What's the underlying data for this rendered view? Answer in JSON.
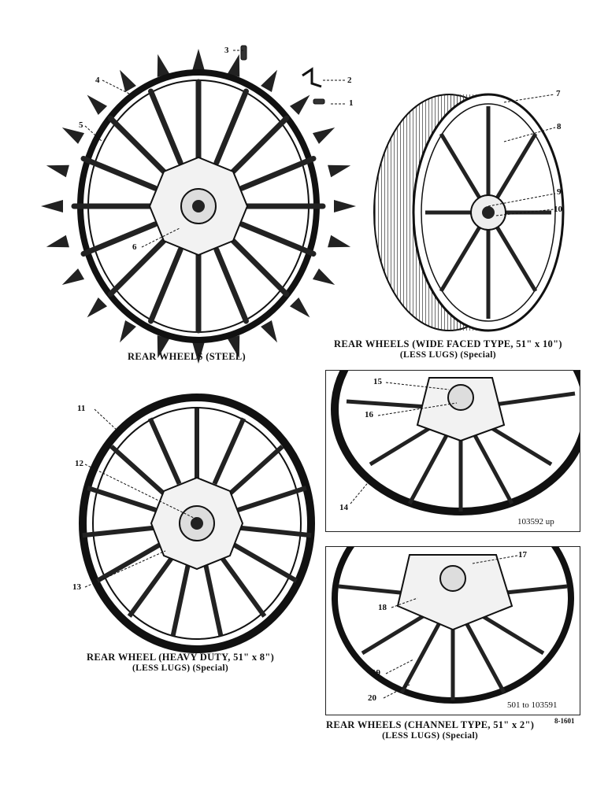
{
  "figures": {
    "steel": {
      "caption": "REAR WHEELS (STEEL)",
      "callouts": [
        "1",
        "2",
        "3",
        "4",
        "5",
        "6"
      ]
    },
    "wide_faced": {
      "caption_line1": "REAR WHEELS (WIDE FACED TYPE, 51\" x 10\")",
      "caption_line2": "(LESS LUGS) (Special)",
      "callouts": [
        "7",
        "8",
        "9",
        "10"
      ]
    },
    "wide_detail": {
      "serial_range": "103592 up",
      "callouts": [
        "14",
        "15",
        "16"
      ]
    },
    "heavy_duty": {
      "caption_line1": "REAR WHEEL (HEAVY DUTY, 51\" x 8\")",
      "caption_line2": "(LESS LUGS) (Special)",
      "callouts": [
        "11",
        "12",
        "13"
      ]
    },
    "channel": {
      "serial_range": "501 to 103591",
      "caption_line1": "REAR WHEELS (CHANNEL TYPE, 51\" x 2\")",
      "caption_line2": "(LESS LUGS) (Special)",
      "callouts": [
        "17",
        "18",
        "19",
        "20"
      ]
    }
  },
  "drawing_number": "8-1601"
}
